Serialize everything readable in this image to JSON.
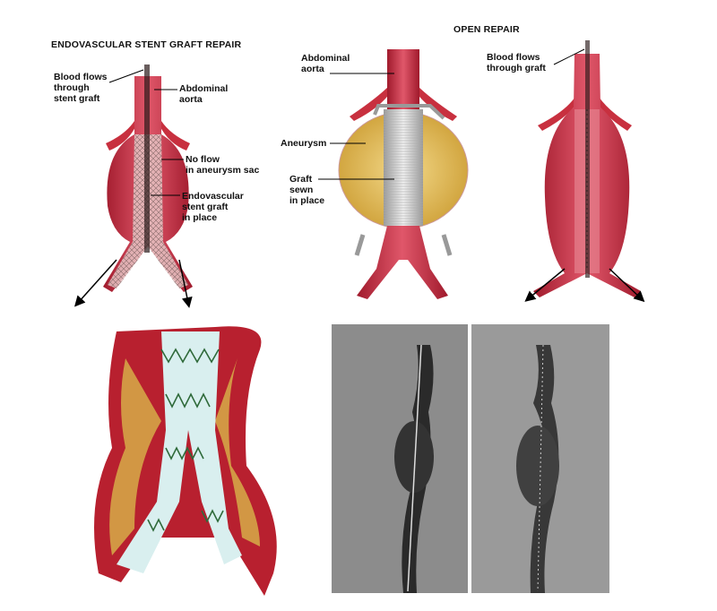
{
  "endovascular": {
    "title": "ENDOVASCULAR STENT GRAFT REPAIR",
    "labels": {
      "blood_flow": "Blood flows\nthrough\nstent graft",
      "aorta": "Abdominal\naorta",
      "no_flow": "No flow\nin aneurysm sac",
      "stent_graft": "Endovascular\nstent graft\nin place"
    }
  },
  "open_repair": {
    "title": "OPEN REPAIR",
    "labels": {
      "aorta": "Abdominal\naorta",
      "aneurysm": "Aneurysm",
      "graft": "Graft\nsewn\nin place",
      "blood_flow": "Blood flows\nthrough graft"
    }
  },
  "colors": {
    "vessel": "#c8303f",
    "aneurysm_sac": "#e8c560",
    "graft": "#d8d8d8",
    "xray": "#8a8a8a"
  }
}
